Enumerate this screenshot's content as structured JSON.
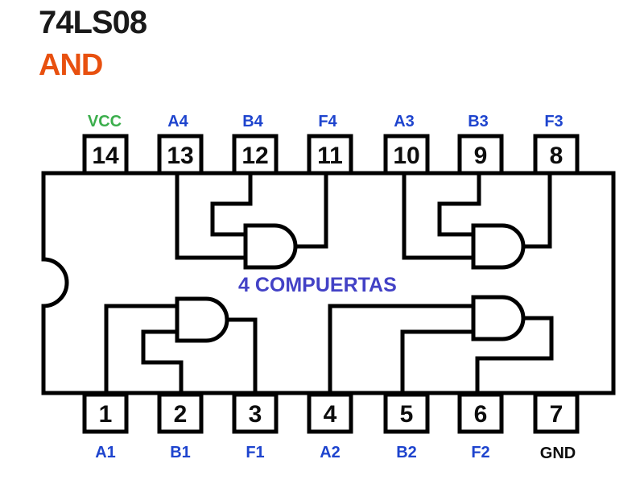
{
  "title": "74LS08",
  "subtitle": "AND",
  "center_label": "4 COMPUERTAS",
  "colors": {
    "title_black": "#1a1a1a",
    "subtitle_orange": "#e8500f",
    "pin_label_blue": "#1e44ce",
    "vcc_green": "#3bae4c",
    "gnd_black": "#0d0d0d",
    "center_label_blue": "#4342c6",
    "line_black": "#000000",
    "background": "#ffffff"
  },
  "pins": {
    "top": [
      {
        "number": "14",
        "label": "VCC"
      },
      {
        "number": "13",
        "label": "A4"
      },
      {
        "number": "12",
        "label": "B4"
      },
      {
        "number": "11",
        "label": "F4"
      },
      {
        "number": "10",
        "label": "A3"
      },
      {
        "number": "9",
        "label": "B3"
      },
      {
        "number": "8",
        "label": "F3"
      }
    ],
    "bottom": [
      {
        "number": "1",
        "label": "A1"
      },
      {
        "number": "2",
        "label": "B1"
      },
      {
        "number": "3",
        "label": "F1"
      },
      {
        "number": "4",
        "label": "A2"
      },
      {
        "number": "5",
        "label": "B2"
      },
      {
        "number": "6",
        "label": "F2"
      },
      {
        "number": "7",
        "label": "GND"
      }
    ]
  }
}
